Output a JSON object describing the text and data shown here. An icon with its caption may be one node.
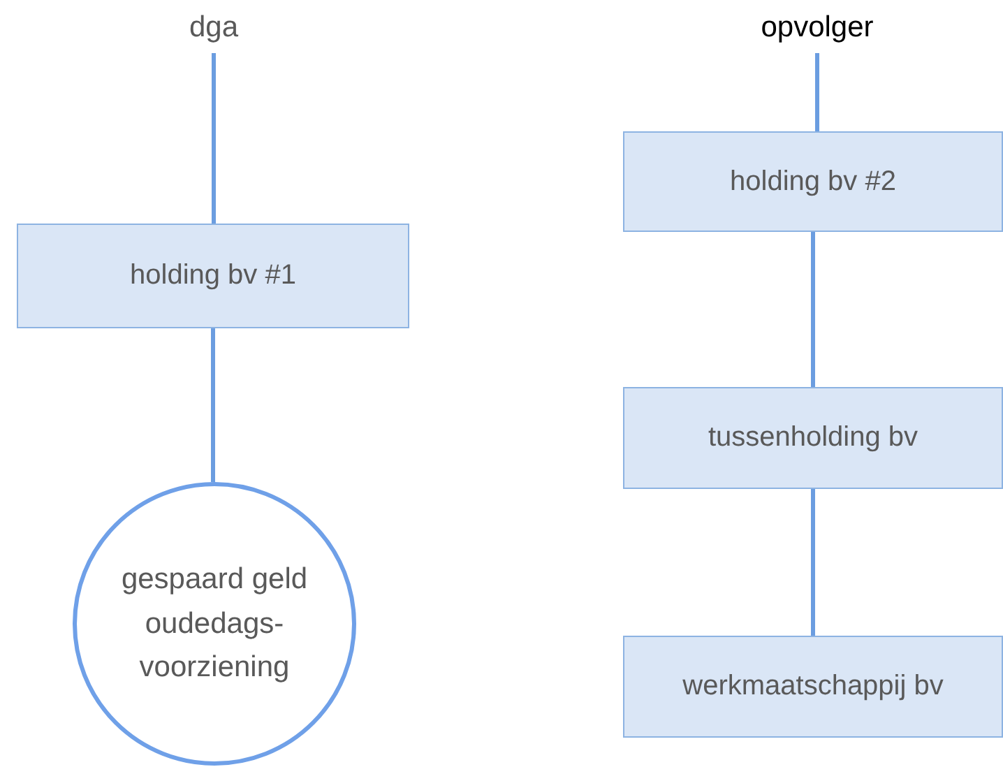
{
  "diagram": {
    "nodes": [
      {
        "text": [
          "dga"
        ]
      },
      {
        "text": [
          "holding bv #1"
        ]
      },
      {
        "text": [
          "gespaard geld oudedags-voorziening"
        ]
      },
      {
        "text": [
          "opvolger"
        ]
      },
      {
        "text": [
          "holding bv #2"
        ]
      },
      {
        "text": [
          "tussenholding bv"
        ]
      },
      {
        "text": [
          "werkmaatschappij bv"
        ]
      }
    ],
    "edges": [
      {
        "from": 0,
        "to": 1,
        "arrow": "none"
      },
      {
        "from": 1,
        "to": 2,
        "arrow": "none"
      },
      {
        "from": 3,
        "to": 4,
        "arrow": "none"
      },
      {
        "from": 4,
        "to": 5,
        "arrow": "none"
      },
      {
        "from": 5,
        "to": 6,
        "arrow": "none"
      }
    ]
  }
}
